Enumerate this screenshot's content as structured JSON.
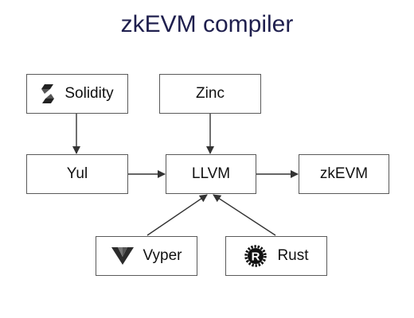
{
  "title": "zkEVM compiler",
  "nodes": {
    "solidity": {
      "label": "Solidity",
      "icon": "solidity-logo-icon"
    },
    "zinc": {
      "label": "Zinc"
    },
    "yul": {
      "label": "Yul"
    },
    "llvm": {
      "label": "LLVM"
    },
    "zkevm": {
      "label": "zkEVM"
    },
    "vyper": {
      "label": "Vyper",
      "icon": "vyper-logo-icon"
    },
    "rust": {
      "label": "Rust",
      "icon": "rust-logo-icon"
    }
  },
  "edges": [
    {
      "from": "Solidity",
      "to": "Yul"
    },
    {
      "from": "Zinc",
      "to": "LLVM"
    },
    {
      "from": "Yul",
      "to": "LLVM"
    },
    {
      "from": "LLVM",
      "to": "zkEVM"
    },
    {
      "from": "Vyper",
      "to": "LLVM"
    },
    {
      "from": "Rust",
      "to": "LLVM"
    }
  ],
  "colors": {
    "title": "#1f1f4e",
    "border": "#5a5a5a",
    "arrow": "#333333"
  }
}
